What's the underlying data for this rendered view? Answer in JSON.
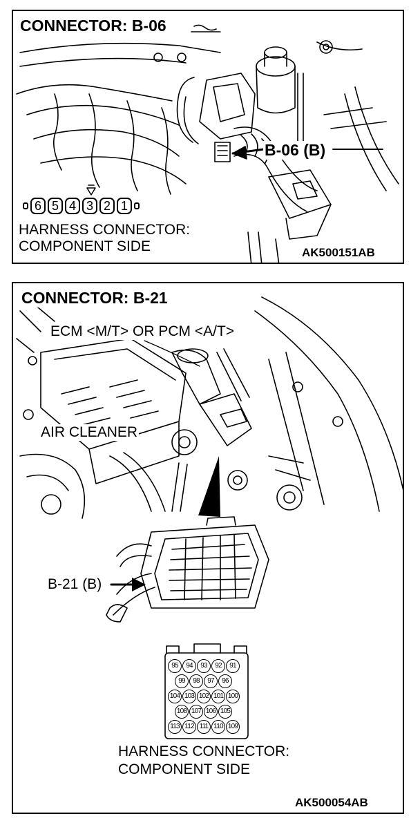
{
  "panels": [
    {
      "title": "CONNECTOR: B-06",
      "callout": "B-06 (B)",
      "pins": [
        "6",
        "5",
        "4",
        "3",
        "2",
        "1"
      ],
      "caption_line1": "HARNESS CONNECTOR:",
      "caption_line2": "COMPONENT SIDE",
      "code": "AK500151AB"
    },
    {
      "title": "CONNECTOR: B-21",
      "label_ecm": "ECM <M/T> OR PCM <A/T>",
      "label_air": "AIR CLEANER",
      "callout": "B-21 (B)",
      "pin_rows": [
        [
          "95",
          "94",
          "93",
          "92",
          "91"
        ],
        [
          "99",
          "98",
          "97",
          "96"
        ],
        [
          "104",
          "103",
          "102",
          "101",
          "100"
        ],
        [
          "108",
          "107",
          "106",
          "105"
        ],
        [
          "113",
          "112",
          "111",
          "110",
          "109"
        ]
      ],
      "caption_line1": "HARNESS CONNECTOR:",
      "caption_line2": "COMPONENT SIDE",
      "code": "AK500054AB"
    }
  ]
}
